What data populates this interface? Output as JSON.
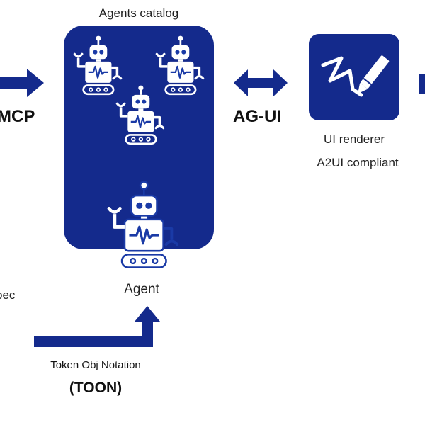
{
  "catalog": {
    "title": "Agents catalog"
  },
  "connectors": {
    "mcp": "MCP",
    "agui": "AG-UI"
  },
  "renderer": {
    "line1": "UI renderer",
    "line2": "A2UI compliant",
    "icon": "pen-signature-icon"
  },
  "agent": {
    "label": "Agent",
    "icon": "robot-icon"
  },
  "spec": {
    "text": "pec"
  },
  "toon": {
    "subtitle": "Token Obj Notation",
    "title": "(TOON)"
  },
  "colors": {
    "navy": "#142a8c",
    "robot_blue": "#1a3aa6",
    "white": "#ffffff"
  }
}
